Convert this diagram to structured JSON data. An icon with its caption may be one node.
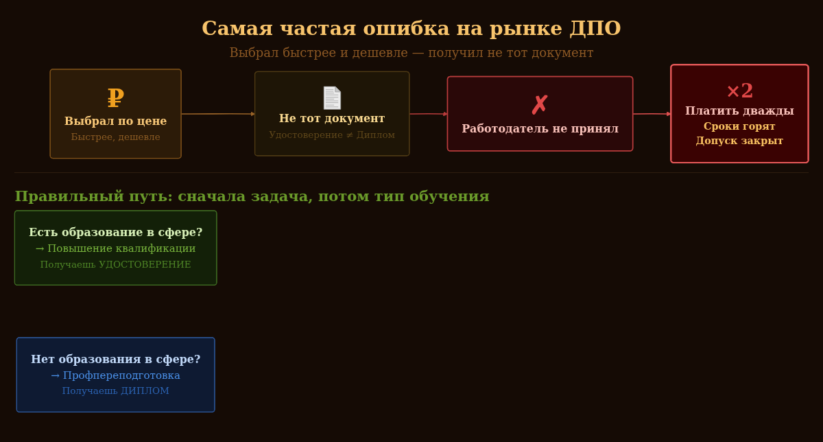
{
  "diagram": {
    "title": "Самая частая ошибка на рынке ДПО",
    "nodes": [
      {
        "text": [
          "₽",
          "Выбрал по цене",
          "Быстрее, дешевле"
        ]
      },
      {
        "text": [
          "Не тот документ",
          "Удостоверение ≠ Диплом"
        ]
      },
      {
        "text": [
          "✗",
          "Работодатель не принял"
        ]
      },
      {
        "text": [
          "×2",
          "Платить дважды",
          "Сроки горят",
          "Допуск закрыт"
        ]
      },
      {
        "text": [
          "Есть образование в сфере?",
          "→ Повышение квалификации",
          "Получаешь УДОСТОВЕРЕНИЕ"
        ]
      },
      {
        "text": [
          "Нет образования в сфере?",
          "→ Профпереподготовка",
          "Получаешь ДИПЛОМ"
        ]
      }
    ],
    "edges": [
      {
        "from": 0,
        "to": 1,
        "arrow": "to",
        "color": "#9a6428"
      },
      {
        "from": 1,
        "to": 2,
        "arrow": "to",
        "color": "#b83c3c"
      },
      {
        "from": 2,
        "to": 3,
        "arrow": "to",
        "color": "#e05050"
      }
    ],
    "labels": [
      "Выбрал быстрее и дешевле — получил не тот документ",
      "Правильный путь: сначала задача, потом тип обучения"
    ]
  }
}
